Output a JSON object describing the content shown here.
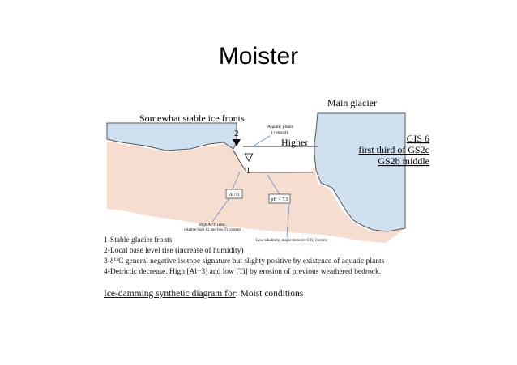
{
  "slide": {
    "title": "Moister"
  },
  "diagram": {
    "labels": {
      "main_glacier": "Main glacier",
      "ice_fronts": "Somewhat stable ice fronts",
      "aquatic_line1": "Aquatic plants",
      "aquatic_line2": "(+ moist)",
      "higher": "Higher",
      "marker_2": "2",
      "marker_1": "1",
      "gis": "GIS 6",
      "gs2c": "first third of GS2c",
      "gs2b": "GS2b middle",
      "al_ti": "Al/Ti",
      "ph": "pH < 7.5",
      "high_al_ti_line1": "High Al/Ti ratio:",
      "high_al_ti_line2": "relative high Al and low Ti content",
      "alkalinity": "Low alkalinity, major meteoric CO₂ income"
    },
    "legend": [
      "1-Stable glacier fronts",
      "2-Local base level rise (increase of humidity)",
      "3-δ¹³C general negative isotope signature but slighty positive by existence of aquatic plants",
      "4-Detrictic decrease. High [Al+3] and low [Ti] by erosion of previous weathered bedrock."
    ],
    "caption": {
      "prefix": "Ice-damming synthetic diagram for",
      "suffix": ": Moist conditions"
    },
    "colors": {
      "ice": "#cfe0f0",
      "sediment": "#f5ddd0",
      "outline": "#555555",
      "pointer": "#6f8fd0"
    }
  }
}
